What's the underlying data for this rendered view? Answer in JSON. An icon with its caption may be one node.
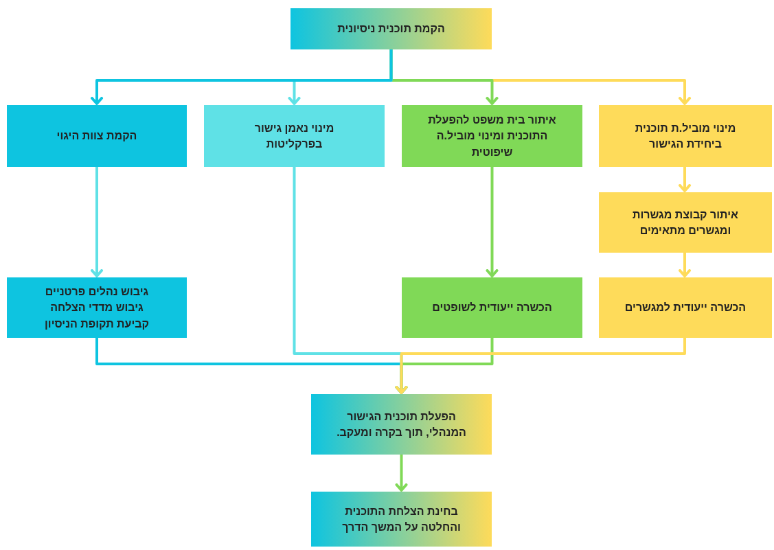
{
  "diagram": {
    "nodes": [
      {
        "text": [
          "הקמת תוכנית ניסיונית"
        ]
      },
      {
        "text": [
          "מינוי מוביל.ת תוכנית ביחידת הגישור"
        ]
      },
      {
        "text": [
          "איתור בית משפט להפעלת התוכנית ומינוי מוביל.ה שיפוטית"
        ]
      },
      {
        "text": [
          "מינוי נאמן גישור בפרקליטות"
        ]
      },
      {
        "text": [
          "הקמת צוות היגוי"
        ]
      },
      {
        "text": [
          "איתור קבוצת מגשרות ומגשרים מתאימים"
        ]
      },
      {
        "text": [
          "הכשרה ייעודית לשופטים"
        ]
      },
      {
        "text": [
          "הכשרה ייעודית למגשרים"
        ]
      },
      {
        "text": [
          "גיבוש נהלים פרטניים",
          "גיבוש מדדי הצלחה",
          "קביעת תקופת הניסיון"
        ]
      },
      {
        "text": [
          "הפעלת תוכנית הגישור המנהלי, תוך בקרה ומעקב."
        ]
      },
      {
        "text": [
          "בחינת הצלחת התוכנית והחלטה על המשך הדרך"
        ]
      }
    ],
    "edges": [
      {
        "from": 0,
        "to": 1,
        "arrow": "to",
        "color": "#fedb5a"
      },
      {
        "from": 0,
        "to": 2,
        "arrow": "to",
        "color": "#80d957"
      },
      {
        "from": 0,
        "to": 3,
        "arrow": "to",
        "color": "#5fe1e6"
      },
      {
        "from": 0,
        "to": 4,
        "arrow": "to",
        "color": "#0ec4e0"
      },
      {
        "from": 1,
        "to": 5,
        "arrow": "to",
        "color": "#fedb5a"
      },
      {
        "from": 5,
        "to": 7,
        "arrow": "to",
        "color": "#fedb5a"
      },
      {
        "from": 2,
        "to": 6,
        "arrow": "to",
        "color": "#80d957"
      },
      {
        "from": 4,
        "to": 8,
        "arrow": "to",
        "color": "#5fe1e6"
      },
      {
        "from": 8,
        "to": 9,
        "arrow": "to",
        "color": "#0ec4e0"
      },
      {
        "from": 3,
        "to": 9,
        "arrow": "to",
        "color": "#5fe1e6"
      },
      {
        "from": 6,
        "to": 9,
        "arrow": "to",
        "color": "#80d957"
      },
      {
        "from": 7,
        "to": 9,
        "arrow": "to",
        "color": "#fedb5a"
      },
      {
        "from": 9,
        "to": 10,
        "arrow": "to",
        "color": "#80d957"
      }
    ]
  }
}
